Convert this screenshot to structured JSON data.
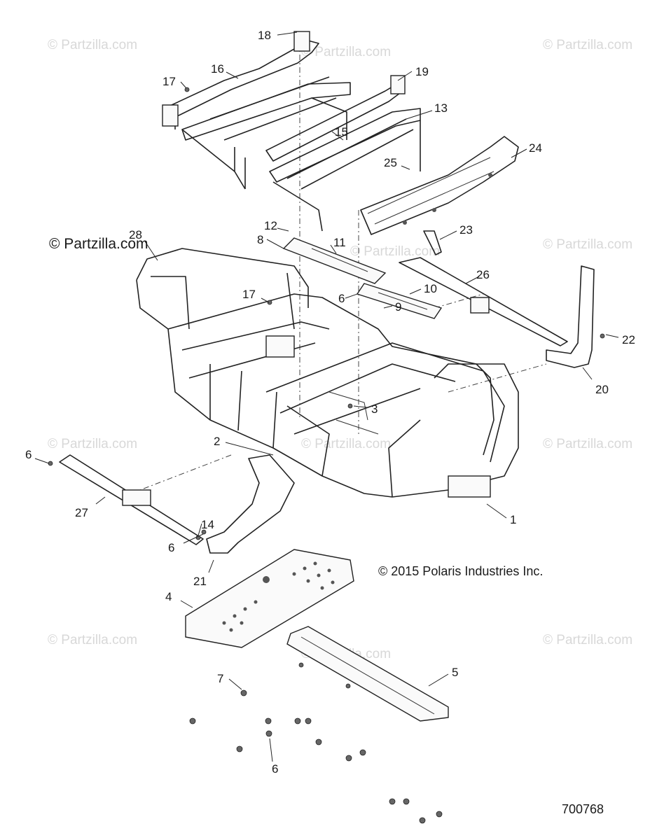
{
  "watermarks": [
    "© Partzilla.com",
    "© Partzilla.com",
    "© Partzilla.com",
    "© Partzilla.com",
    "© Partzilla.com",
    "© Partzilla.com",
    "© Partzilla.com",
    "© Partzilla.com",
    "© Partzilla.com",
    "© Partzilla.com",
    "© Partzilla.com"
  ],
  "primary_watermark": "© Partzilla.com",
  "copyright": "© 2015 Polaris Industries Inc.",
  "figure_number": "700768",
  "callouts": [
    "1",
    "2",
    "3",
    "4",
    "5",
    "6",
    "6",
    "6",
    "6",
    "7",
    "8",
    "9",
    "10",
    "11",
    "12",
    "13",
    "14",
    "15",
    "16",
    "17",
    "17",
    "18",
    "19",
    "20",
    "21",
    "22",
    "23",
    "24",
    "25",
    "26",
    "27",
    "28"
  ]
}
